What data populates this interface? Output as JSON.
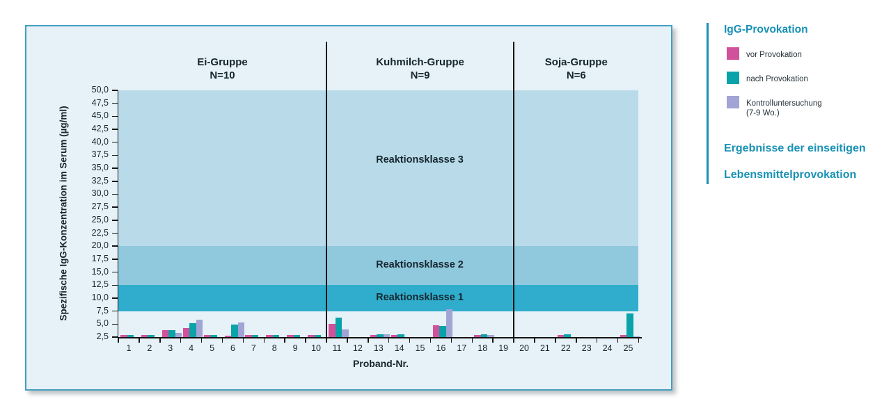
{
  "figure": {
    "panel_bg": "#e6f1f8",
    "panel_border": "#469fc2",
    "axis_color": "#141414",
    "text_color": "#16262e"
  },
  "legend_panel": {
    "accent_color": "#1791b5",
    "title": "IgG-Provokation",
    "items": [
      {
        "label": "vor Provokation",
        "color": "#d1519b"
      },
      {
        "label": "nach Provokation",
        "color": "#09a3a9"
      },
      {
        "label": "Kontrolluntersuchung",
        "label2": "(7-9 Wo.)",
        "color": "#a1a4d4"
      }
    ],
    "footer_line1": "Ergebnisse der einseitigen",
    "footer_line2": "Lebensmittelprovokation"
  },
  "chart_data": {
    "type": "bar",
    "xlabel": "Proband-Nr.",
    "ylabel": "Spezifische IgG-Konzentration im Serum (µg/ml)",
    "ylim": [
      2.5,
      50.0
    ],
    "ytick_step": 2.5,
    "ytick_labels": [
      "50,0",
      "47,5",
      "45,0",
      "42,5",
      "40,0",
      "37,5",
      "35,0",
      "32,5",
      "30,0",
      "27,5",
      "25,0",
      "22,5",
      "20,0",
      "17,5",
      "15,0",
      "12,5",
      "10,0",
      "7,5",
      "5,0",
      "2,5"
    ],
    "categories": [
      1,
      2,
      3,
      4,
      5,
      6,
      7,
      8,
      9,
      10,
      11,
      12,
      13,
      14,
      15,
      16,
      17,
      18,
      19,
      20,
      21,
      22,
      23,
      24,
      25
    ],
    "groups": [
      {
        "label": "Ei-Gruppe",
        "n_label": "N=10",
        "count": 10
      },
      {
        "label": "Kuhmilch-Gruppe",
        "n_label": "N=9",
        "count": 9
      },
      {
        "label": "Soja-Gruppe",
        "n_label": "N=6",
        "count": 6
      }
    ],
    "bands": [
      {
        "label": "Reaktionsklasse 3",
        "from": 20.0,
        "to": 50.0,
        "color": "#b9dbe9"
      },
      {
        "label": "Reaktionsklasse 2",
        "from": 12.5,
        "to": 20.0,
        "color": "#90c9de"
      },
      {
        "label": "Reaktionsklasse 1",
        "from": 7.5,
        "to": 12.5,
        "color": "#30adcc"
      }
    ],
    "series": [
      {
        "name": "vor Provokation",
        "color": "#d1519b",
        "values": [
          2.9,
          2.9,
          3.8,
          4.3,
          2.9,
          2.8,
          2.9,
          2.9,
          2.9,
          2.9,
          5.0,
          null,
          2.9,
          2.9,
          null,
          4.8,
          null,
          2.9,
          null,
          null,
          null,
          2.9,
          null,
          null,
          2.9
        ]
      },
      {
        "name": "nach Provokation",
        "color": "#09a3a9",
        "values": [
          2.9,
          2.9,
          3.9,
          5.2,
          2.9,
          4.9,
          2.9,
          2.9,
          2.9,
          2.9,
          6.3,
          null,
          3.0,
          3.0,
          null,
          4.7,
          null,
          3.0,
          null,
          null,
          null,
          3.0,
          null,
          null,
          7.1
        ]
      },
      {
        "name": "Kontrolluntersuchung (7-9 Wo.)",
        "color": "#a1a4d4",
        "values": [
          null,
          null,
          3.3,
          5.9,
          null,
          5.3,
          null,
          null,
          null,
          null,
          4.0,
          null,
          3.0,
          null,
          null,
          7.8,
          null,
          2.9,
          null,
          null,
          null,
          null,
          null,
          null,
          2.7
        ]
      }
    ]
  }
}
